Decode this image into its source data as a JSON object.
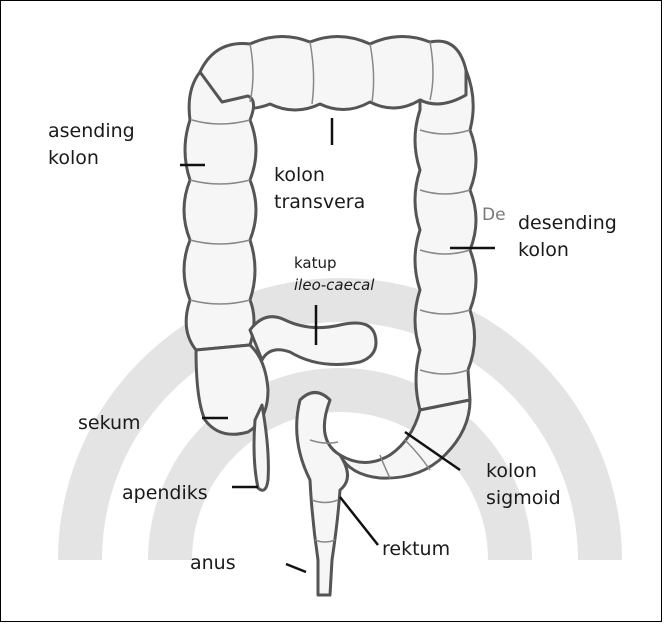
{
  "labels": {
    "asending_1": "asending",
    "asending_2": "kolon",
    "transversa_1": "kolon",
    "transversa_2": "transvera",
    "desending_1": "desending",
    "desending_2": "kolon",
    "katup_1": "katup",
    "katup_2": "ileo-caecal",
    "sekum": "sekum",
    "apendiks": "apendiks",
    "sigmoid_1": "kolon",
    "sigmoid_2": "sigmoid",
    "rektum": "rektum",
    "anus": "anus",
    "fragment": "De"
  },
  "colors": {
    "ink": "#1a1a1a",
    "wall": "#5a5a5a",
    "fill": "#f7f7f7",
    "watermark": "#e2e2e2"
  }
}
